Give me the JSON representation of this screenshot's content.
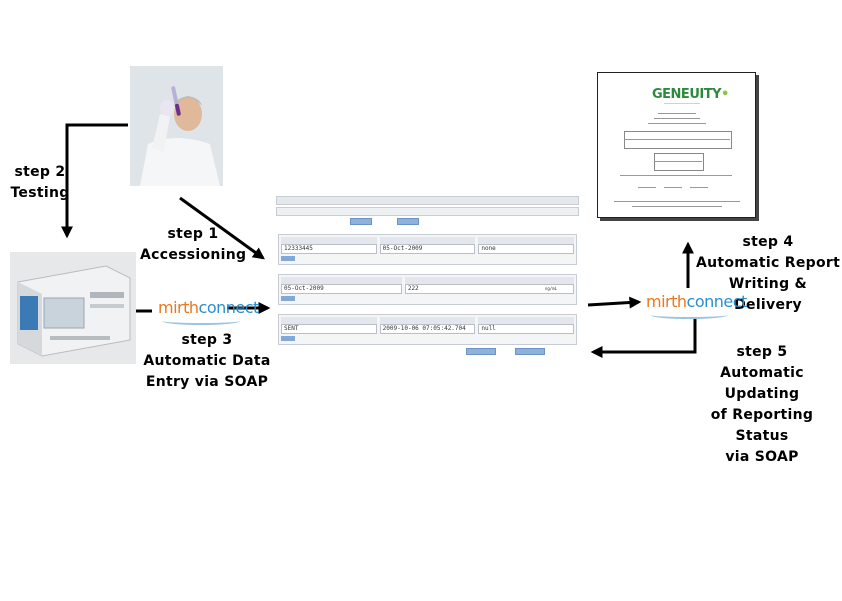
{
  "steps": {
    "step1": {
      "label": "step 1",
      "text": "Accessioning"
    },
    "step2": {
      "label": "step 2",
      "text": "Testing"
    },
    "step3": {
      "label": "step 3",
      "line1": "Automatic Data",
      "line2": "Entry via SOAP"
    },
    "step4": {
      "label": "step 4",
      "line1": "Automatic Report",
      "line2": "Writing & Delivery"
    },
    "step5": {
      "label": "step 5",
      "line1": "Automatic Updating",
      "line2": "of Reporting Status",
      "line3": "via SOAP"
    }
  },
  "logos": {
    "mirth_left": {
      "part1": "mirth",
      "part2": "connect"
    },
    "mirth_right": {
      "part1": "mirth",
      "part2": "connect"
    },
    "report_brand": {
      "part1": "GENE",
      "part2": "UITY"
    }
  },
  "form": {
    "accessioning": {
      "accession_number": "12333445",
      "received_date": "05-Oct-2009",
      "shipping_conditions": "none"
    },
    "results": {
      "assay_date": "05-Oct-2009",
      "result": "222",
      "unit": "ng/mL"
    },
    "reporting": {
      "report_status": "SENT",
      "report_date": "2009-10-06 07:05:42.704",
      "recipient": "null"
    }
  },
  "colors": {
    "mirth_orange": "#e8791f",
    "mirth_blue": "#2b8fd0",
    "geneuity_green": "#2d8a3c"
  }
}
